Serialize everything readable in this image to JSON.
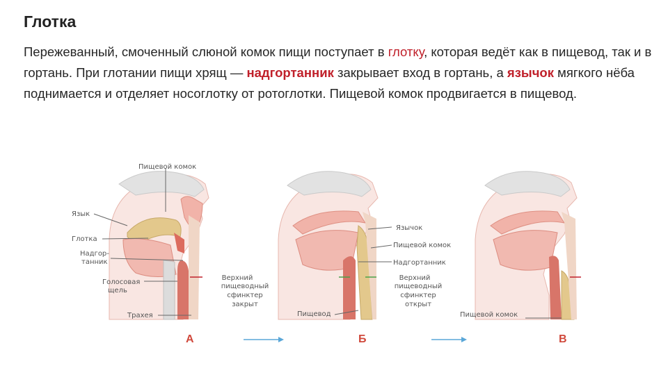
{
  "slide": {
    "title": "Глотка",
    "paragraph": {
      "t1": "Пережеванный, смоченный слюной комок пищи поступает в ",
      "k1": "глотку",
      "t2": ", которая ведёт как в пищевод, так и в гортань. При глотании пищи хрящ — ",
      "k2": "надгортанник",
      "t3": " закрывает вход в гортань, а ",
      "k3": "язычок",
      "t4": " мягкого нёба поднимается и отделяет носоглотку от ротоглотки. Пищевой комок продвигается в пищевод."
    }
  },
  "figure": {
    "panel_a": {
      "letter": "А",
      "labels": {
        "bolus": "Пищевой комок",
        "tongue": "Язык",
        "pharynx": "Глотка",
        "epiglottis_1": "Надгор-",
        "epiglottis_2": "танник",
        "glottis_1": "Голосовая",
        "glottis_2": "щель",
        "trachea": "Трахея",
        "sph_1": "Верхний",
        "sph_2": "пищеводный",
        "sph_3": "сфинктер",
        "sph_4": "закрыт"
      }
    },
    "panel_b": {
      "letter": "Б",
      "labels": {
        "uvula": "Язычок",
        "bolus": "Пищевой комок",
        "epiglottis": "Надгортанник",
        "sph_1": "Верхний",
        "sph_2": "пищеводный",
        "sph_3": "сфинктер",
        "sph_4": "открыт",
        "esophagus": "Пищевод"
      }
    },
    "panel_c": {
      "letter": "В",
      "labels": {
        "bolus": "Пищевой комок"
      }
    },
    "colors": {
      "accent_red": "#c0202a",
      "tissue_pink": "#f2b7ae",
      "muscle_red": "#dc7366",
      "bolus_tan": "#e3c88c",
      "bone_grey": "#d9d9d9",
      "arrow_blue": "#5aa7d8"
    }
  }
}
